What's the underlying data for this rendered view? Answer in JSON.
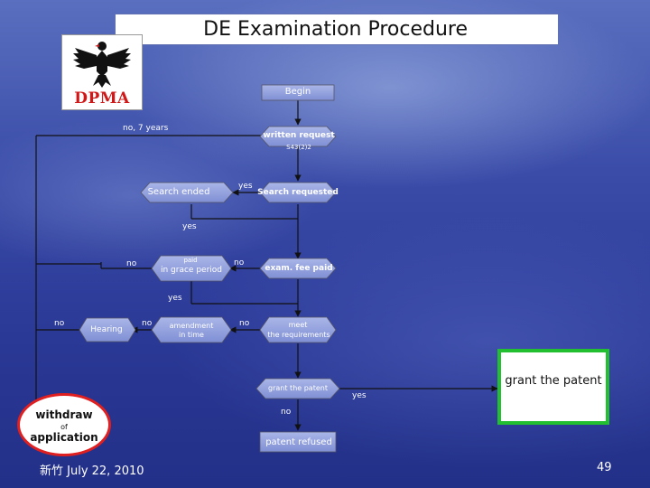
{
  "title": "DE Examination Procedure",
  "logo": {
    "text": "DPMA",
    "icon": "federal-eagle-icon"
  },
  "nodes": {
    "begin": "Begin",
    "written_request": "written request",
    "written_request_ref": "S43(2)2",
    "search_requested": "Search requested",
    "search_ended": "Search ended",
    "exam_fee_paid": "exam. fee paid",
    "paid_grace_line1": "paid",
    "paid_grace_line2": "in grace period",
    "meet_req_line1": "meet",
    "meet_req_line2": "the requirements",
    "amendment_line1": "amendment",
    "amendment_line2": "in time",
    "hearing": "Hearing",
    "grant": "grant the patent",
    "patent_refused": "patent refused"
  },
  "edges": {
    "no_7_years": "no, 7 years",
    "yes_search": "yes",
    "yes_after_search": "yes",
    "no_exam_fee": "no",
    "no_grace": "no",
    "yes_grace": "yes",
    "no_meet": "no",
    "no_amendment": "no",
    "no_hearing": "no",
    "no_grant": "no",
    "yes_grant": "yes"
  },
  "grant_box": "grant the patent",
  "withdraw": {
    "line1": "withdraw",
    "line2": "of",
    "line3": "application"
  },
  "footer": {
    "date": "新竹 July 22, 2010",
    "page": "49"
  },
  "colors": {
    "accent_green": "#22c030",
    "accent_red": "#e02020",
    "logo_red": "#d01818"
  }
}
